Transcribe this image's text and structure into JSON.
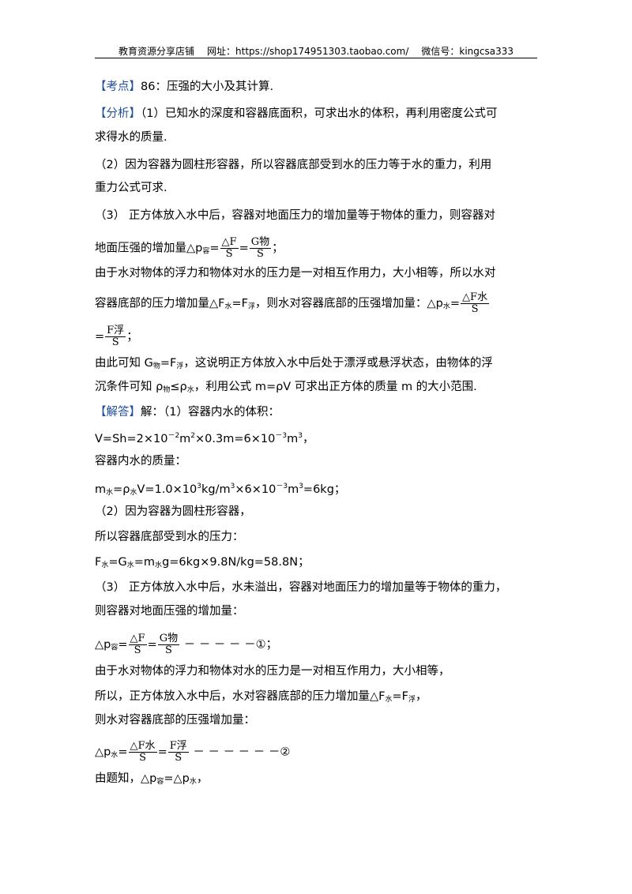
{
  "header": {
    "shop": "教育资源分享店铺",
    "site": "网址：https://shop174951303.taobao.com/",
    "wechat": "微信号：kingcsa333"
  },
  "tags": {
    "kaodian": "【考点】",
    "fenxi": "【分析】",
    "jieda": "【解答】"
  },
  "labels": {
    "delta_F": "△F",
    "delta_F_water": "△F水",
    "G_obj": "G物",
    "F_float": "F浮",
    "S": "S"
  },
  "text": {
    "l1": "86：压强的大小及其计算.",
    "l2": "（1）已知水的深度和容器底面积，可求出水的体积，再利用密度公式可",
    "l3": "求得水的质量.",
    "l4": "（2）因为容器为圆柱形容器，所以容器底部受到水的压力等于水的重力，利用",
    "l5": "重力公式可求.",
    "l6": "（3） 正方体放入水中后，容器对地面压力的增加量等于物体的重力，则容器对",
    "l7a": "地面压强的增加量△p",
    "l7s": "容",
    "l8": "由于水对物体的浮力和物体对水的压力是一对相互作用力，大小相等，所以水对",
    "l9a": "容器底部的压力增加量△F",
    "l9s1": "水",
    "l9b": "=F",
    "l9s2": "浮",
    "l9c": "，则水对容器底部的压强增加量：△p",
    "l9s3": "水",
    "l11a": "由此可知 G",
    "l11s1": "物",
    "l11b": "=F",
    "l11s2": "浮",
    "l11c": "，这说明正方体放入水中后处于漂浮或悬浮状态，由物体的浮",
    "l12a": "沉条件可知 ρ",
    "l12s1": "物",
    "l12b": "≤ρ",
    "l12s2": "水",
    "l12c": "，利用公式 m=ρV 可求出正方体的质量 m 的大小范围.",
    "l13": "解：（1）容器内水的体积：",
    "l14a": "V=Sh=2×10",
    "l14p1": "－2",
    "l14b": "m",
    "l14p2": "2",
    "l14c": "×0.3m=6×10",
    "l14p3": "－3",
    "l14d": "m",
    "l14p4": "3",
    "l14e": "，",
    "l15": "容器内水的质量：",
    "l16a": "m",
    "l16s1": "水",
    "l16b": "=ρ",
    "l16s2": "水",
    "l16c": "V=1.0×10",
    "l16p1": "3",
    "l16d": "kg/m",
    "l16p2": "3",
    "l16e": "×6×10",
    "l16p3": "－3",
    "l16f": "m",
    "l16p4": "3",
    "l16g": "=6kg；",
    "l17": "（2）因为容器为圆柱形容器，",
    "l18": "所以容器底部受到水的压力：",
    "l19a": "F",
    "l19s1": "水",
    "l19b": "=G",
    "l19s2": "水",
    "l19c": "=m",
    "l19s3": "水",
    "l19d": "g=6kg×9.8N/kg=58.8N；",
    "l20": "（3） 正方体放入水中后，水未溢出，容器对地面压力的增加量等于物体的重力，",
    "l21": "则容器对地面压强的增加量：",
    "l22a": "△p",
    "l22s": "容",
    "l22end": "－ － － － －①；",
    "l23": "由于水对物体的浮力和物体对水的压力是一对相互作用力，大小相等，",
    "l24a": "所以，正方体放入水中后，水对容器底部的压力增加量△F",
    "l24s1": "水",
    "l24b": "=F",
    "l24s2": "浮",
    "l24c": "，",
    "l25": "则水对容器底部的压强增加量：",
    "l26a": "△p",
    "l26s": "水",
    "l26end": "－ － － － － －②",
    "l27a": "由题知，△p",
    "l27s1": "容",
    "l27b": "=△p",
    "l27s2": "水",
    "l27c": "，"
  }
}
